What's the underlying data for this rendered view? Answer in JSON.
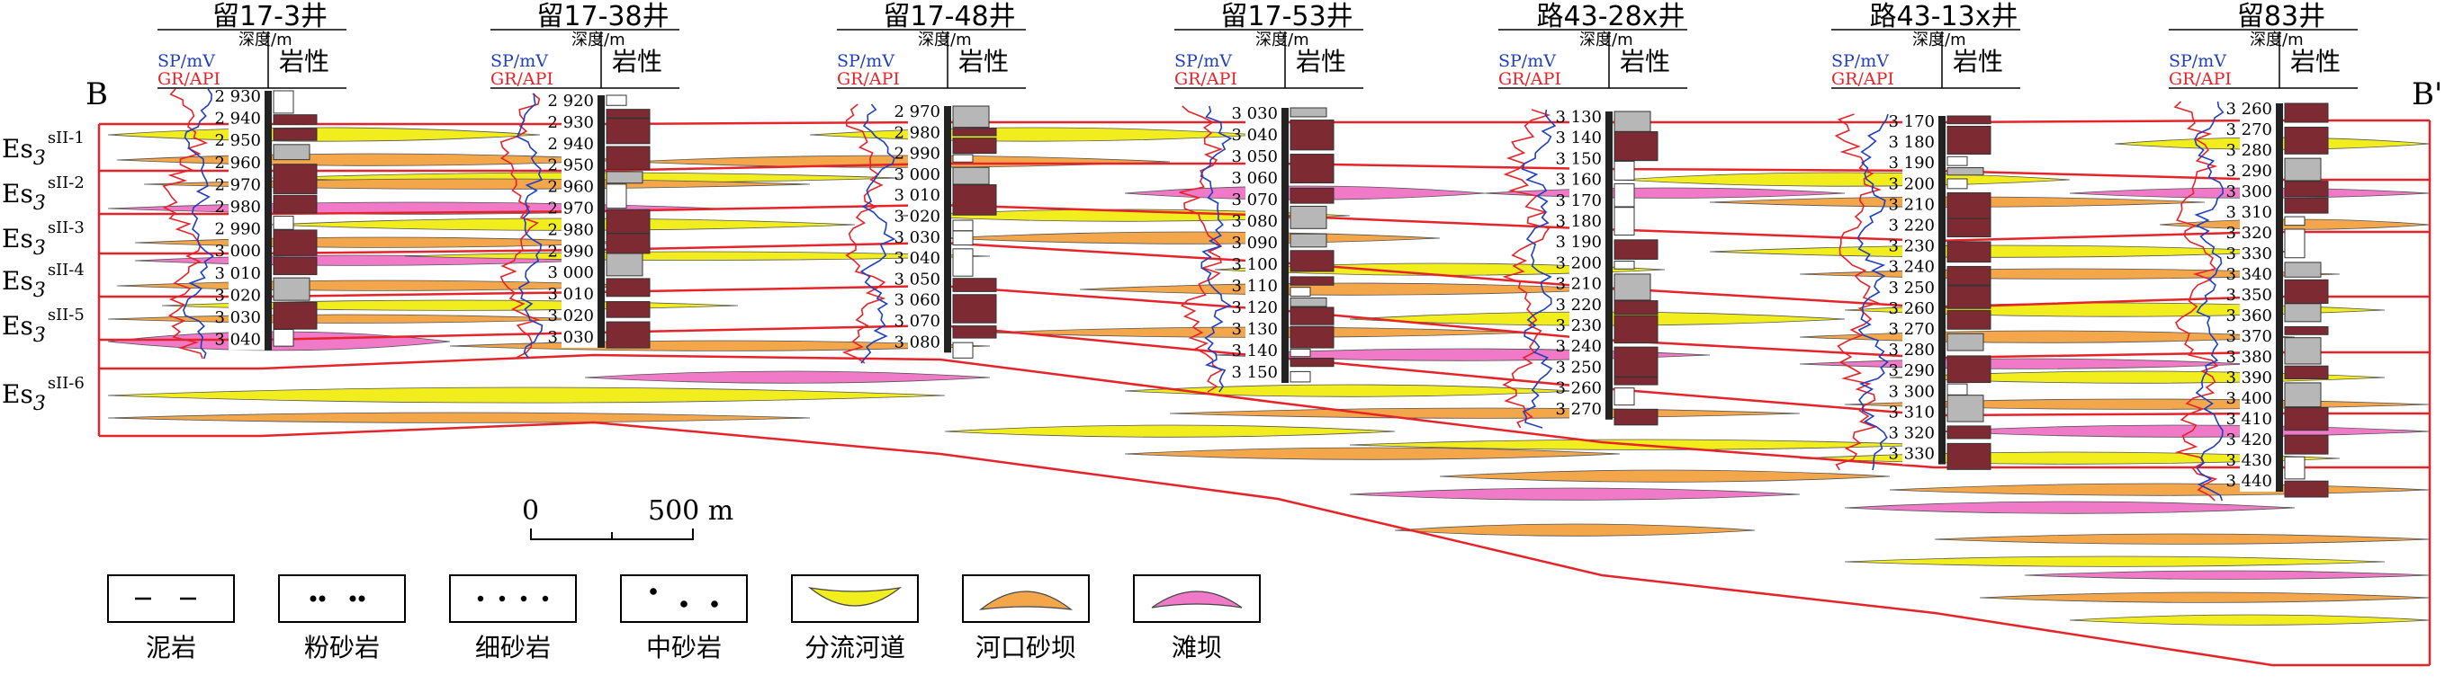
{
  "section": {
    "start_label": "B",
    "end_label": "B'"
  },
  "strata": [
    {
      "base": "Es",
      "sub": "3",
      "sup": "sII-1"
    },
    {
      "base": "Es",
      "sub": "3",
      "sup": "sII-2"
    },
    {
      "base": "Es",
      "sub": "3",
      "sup": "sII-3"
    },
    {
      "base": "Es",
      "sub": "3",
      "sup": "sII-4"
    },
    {
      "base": "Es",
      "sub": "3",
      "sup": "sII-5"
    },
    {
      "base": "Es",
      "sub": "3",
      "sup": "sII-6"
    }
  ],
  "header_labels": {
    "depth": "深度/m",
    "sp": "SP/mV",
    "gr": "GR/API",
    "lithology": "岩性"
  },
  "wells": [
    {
      "name": "留17-3井",
      "depths": [
        "2 930",
        "2 940",
        "2 950",
        "2 960",
        "2 970",
        "2 980",
        "2 990",
        "3 000",
        "3 010",
        "3 020",
        "3 030",
        "3 040"
      ]
    },
    {
      "name": "留17-38井",
      "depths": [
        "2 920",
        "2 930",
        "2 940",
        "2 950",
        "2 960",
        "2 970",
        "2 980",
        "2 990",
        "3 000",
        "3 010",
        "3 020",
        "3 030"
      ]
    },
    {
      "name": "留17-48井",
      "depths": [
        "2 970",
        "2 980",
        "2 990",
        "3 000",
        "3 010",
        "3 020",
        "3 030",
        "3 040",
        "3 050",
        "3 060",
        "3 070",
        "3 080"
      ]
    },
    {
      "name": "留17-53井",
      "depths": [
        "3 030",
        "3 040",
        "3 050",
        "3 060",
        "3 070",
        "3 080",
        "3 090",
        "3 100",
        "3 110",
        "3 120",
        "3 130",
        "3 140",
        "3 150"
      ]
    },
    {
      "name": "路43-28x井",
      "depths": [
        "3 130",
        "3 140",
        "3 150",
        "3 160",
        "3 170",
        "3 180",
        "3 190",
        "3 200",
        "3 210",
        "3 220",
        "3 230",
        "3 240",
        "3 250",
        "3 260",
        "3 270"
      ]
    },
    {
      "name": "路43-13x井",
      "depths": [
        "3 170",
        "3 180",
        "3 190",
        "3 200",
        "3 210",
        "3 220",
        "3 230",
        "3 240",
        "3 250",
        "3 260",
        "3 270",
        "3 280",
        "3 290",
        "3 300",
        "3 310",
        "3 320",
        "3 330"
      ]
    },
    {
      "name": "留83井",
      "depths": [
        "3 260",
        "3 270",
        "3 280",
        "3 290",
        "3 300",
        "3 310",
        "3 320",
        "3 330",
        "3 340",
        "3 350",
        "3 360",
        "3 370",
        "3 380",
        "3 390",
        "3 400",
        "3 410",
        "3 420",
        "3 430",
        "3 440"
      ]
    }
  ],
  "scale_bar": {
    "start": "0",
    "end": "500 m"
  },
  "legend": [
    {
      "label": "泥岩",
      "kind": "mudstone"
    },
    {
      "label": "粉砂岩",
      "kind": "siltstone"
    },
    {
      "label": "细砂岩",
      "kind": "fine-sandstone"
    },
    {
      "label": "中砂岩",
      "kind": "medium-sandstone"
    },
    {
      "label": "分流河道",
      "kind": "distributary-channel"
    },
    {
      "label": "河口砂坝",
      "kind": "mouth-bar"
    },
    {
      "label": "滩坝",
      "kind": "beach-bar"
    }
  ],
  "colors": {
    "channel": "#f2ee1e",
    "mouth_bar": "#f4a64a",
    "beach_bar": "#f07ac8",
    "boundary": "#e5242a",
    "sp_curve": "#1f3fbf",
    "gr_curve": "#e5242a",
    "litho_dark": "#7d2a33",
    "litho_gray": "#b7b7b7"
  }
}
